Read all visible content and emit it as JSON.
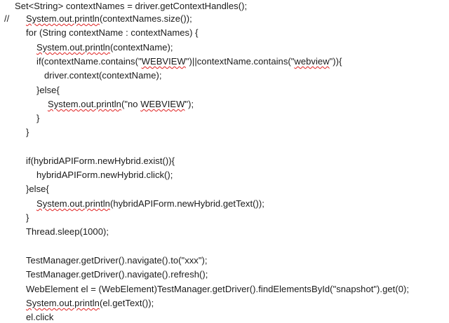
{
  "document": {
    "comment_marker": "//",
    "lines": [
      {
        "parts": [
          {
            "t": "Set<String> contextNames = driver.getContextHandles();"
          }
        ]
      },
      {
        "parts": [
          {
            "t": "System.out.println",
            "sq": true
          },
          {
            "t": "(contextNames.size());"
          }
        ]
      },
      {
        "parts": [
          {
            "t": "for (String contextName : contextNames) {"
          }
        ]
      },
      {
        "parts": [
          {
            "t": "System.out.println",
            "sq": true
          },
          {
            "t": "(contextName);"
          }
        ]
      },
      {
        "parts": [
          {
            "t": "if(contextName.contains(\""
          },
          {
            "t": "WEBVIEW",
            "sq": true
          },
          {
            "t": "\")||contextName.contains(\""
          },
          {
            "t": "webview",
            "sq": true
          },
          {
            "t": "\")){"
          }
        ]
      },
      {
        "parts": [
          {
            "t": "driver.context(contextName);"
          }
        ]
      },
      {
        "parts": [
          {
            "t": "}else{"
          }
        ]
      },
      {
        "parts": [
          {
            "t": "System.out.println",
            "sq": true
          },
          {
            "t": "(\"no "
          },
          {
            "t": "WEBVIEW",
            "sq": true
          },
          {
            "t": "\");"
          }
        ]
      },
      {
        "parts": [
          {
            "t": "}"
          }
        ]
      },
      {
        "parts": [
          {
            "t": "}"
          }
        ]
      },
      {
        "parts": [
          {
            "t": "if(hybridAPIForm.newHybrid.exist()){"
          }
        ]
      },
      {
        "parts": [
          {
            "t": "hybridAPIForm.newHybrid.click();"
          }
        ]
      },
      {
        "parts": [
          {
            "t": "}else{"
          }
        ]
      },
      {
        "parts": [
          {
            "t": "System.out.println",
            "sq": true
          },
          {
            "t": "(hybridAPIForm.newHybrid.getText());"
          }
        ]
      },
      {
        "parts": [
          {
            "t": "}"
          }
        ]
      },
      {
        "parts": [
          {
            "t": "Thread.sleep(1000);"
          }
        ]
      },
      {
        "parts": [
          {
            "t": "TestManager.getDriver().navigate().to(\"xxx\");"
          }
        ]
      },
      {
        "parts": [
          {
            "t": "TestManager.getDriver().navigate().refresh();"
          }
        ]
      },
      {
        "parts": [
          {
            "t": "WebElement el = (WebElement)TestManager.getDriver().findElementsById(\"snapshot\").get(0);"
          }
        ]
      },
      {
        "parts": [
          {
            "t": "System.out.println",
            "sq": true
          },
          {
            "t": "(el.getText());"
          }
        ]
      },
      {
        "parts": [
          {
            "t": "el.click"
          }
        ]
      }
    ]
  }
}
